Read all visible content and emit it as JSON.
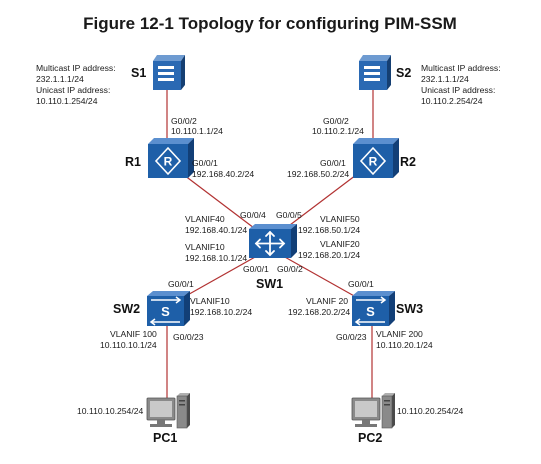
{
  "title": "Figure 12-1 Topology for configuring PIM-SSM",
  "colors": {
    "link": "#b23232",
    "device_blue": "#1e5fa8",
    "device_dark": "#123f77",
    "server_body": "#2a69b3",
    "pc_gray": "#7a7a7a"
  },
  "devices": {
    "s1": {
      "name": "S1",
      "icon": "server-icon"
    },
    "s2": {
      "name": "S2",
      "icon": "server-icon"
    },
    "r1": {
      "name": "R1",
      "icon": "router-icon"
    },
    "r2": {
      "name": "R2",
      "icon": "router-icon"
    },
    "sw1": {
      "name": "SW1",
      "icon": "core-switch-icon"
    },
    "sw2": {
      "name": "SW2",
      "icon": "switch-icon"
    },
    "sw3": {
      "name": "SW3",
      "icon": "switch-icon"
    },
    "pc1": {
      "name": "PC1",
      "icon": "pc-icon"
    },
    "pc2": {
      "name": "PC2",
      "icon": "pc-icon"
    }
  },
  "labels": {
    "s1_info": [
      "Multicast IP address:",
      "232.1.1.1/24",
      "Unicast IP address:",
      "10.110.1.254/24"
    ],
    "s2_info": [
      "Multicast IP address:",
      "232.1.1.1/24",
      "Unicast IP address:",
      "10.110.2.254/24"
    ],
    "r1_g002": [
      "G0/0/2",
      "10.110.1.1/24"
    ],
    "r2_g002": [
      "G0/0/2",
      "10.110.2.1/24"
    ],
    "r1_g001": [
      "G0/0/1",
      "192.168.40.2/24"
    ],
    "r2_g001": [
      "G0/0/1",
      "192.168.50.2/24"
    ],
    "sw1_g004": "G0/0/4",
    "sw1_g005": "G0/0/5",
    "sw1_vlanif40": [
      "VLANIF40",
      "192.168.40.1/24"
    ],
    "sw1_vlanif50": [
      "VLANIF50",
      "192.168.50.1/24"
    ],
    "sw1_vlanif10": [
      "VLANIF10",
      "192.168.10.1/24"
    ],
    "sw1_vlanif20": [
      "VLANIF20",
      "192.168.20.1/24"
    ],
    "sw1_g001": "G0/0/1",
    "sw1_g002": "G0/0/2",
    "sw2_g001": "G0/0/1",
    "sw3_g001": "G0/0/1",
    "sw2_vlanif10": [
      "VLANIF10",
      "192.168.10.2/24"
    ],
    "sw3_vlanif20": [
      "VLANIF 20",
      "192.168.20.2/24"
    ],
    "sw2_vlanif100": [
      "VLANIF 100",
      "10.110.10.1/24"
    ],
    "sw3_vlanif200": [
      "VLANIF 200",
      "10.110.20.1/24"
    ],
    "sw2_g0023": "G0/0/23",
    "sw3_g0023": "G0/0/23",
    "pc1_ip": "10.110.10.254/24",
    "pc2_ip": "10.110.20.254/24"
  }
}
